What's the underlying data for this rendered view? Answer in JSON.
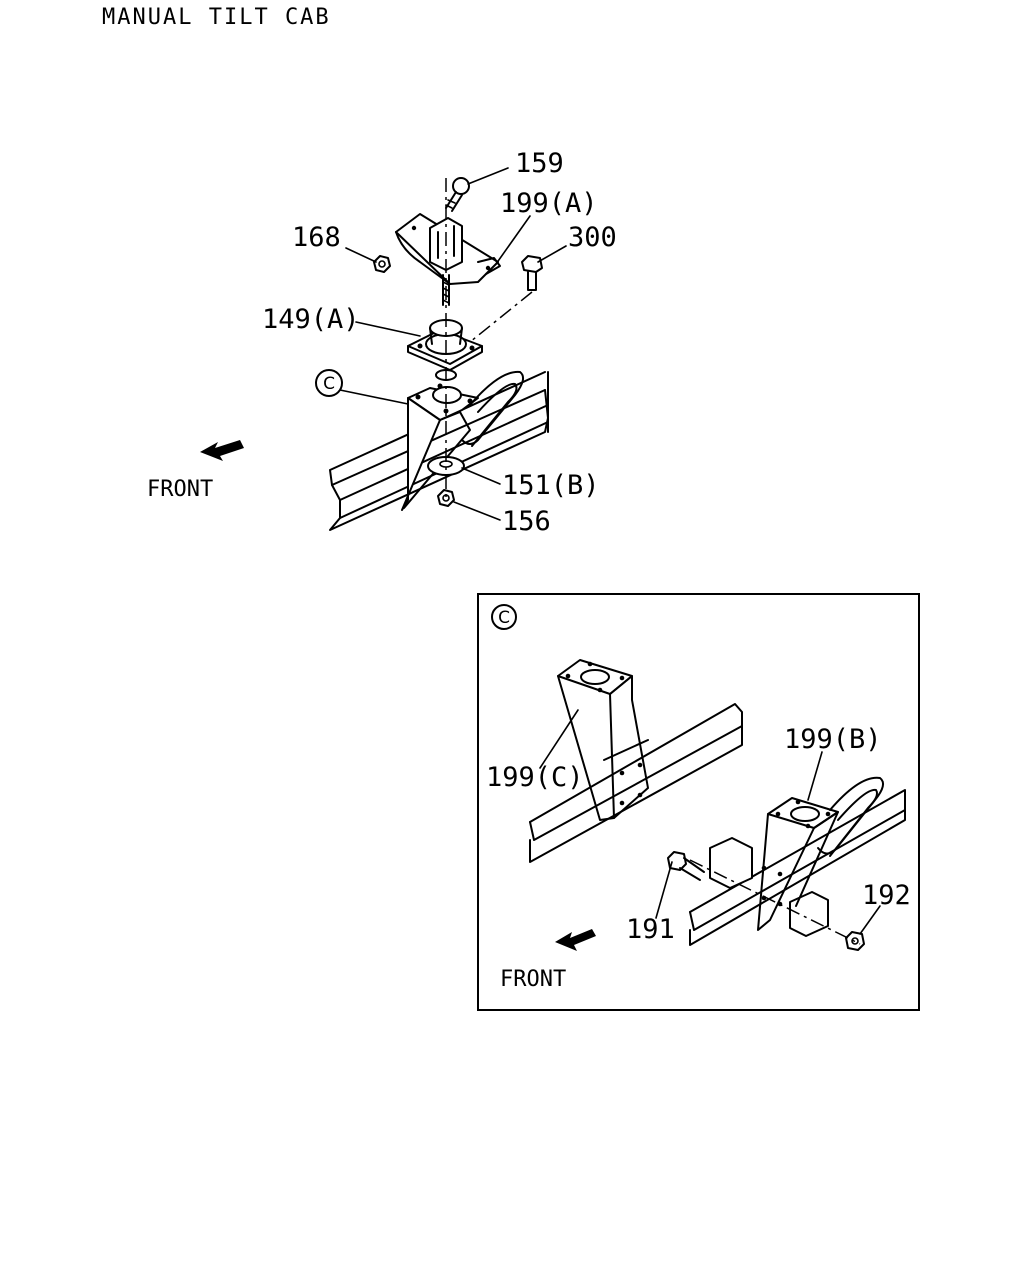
{
  "title": "MANUAL TILT CAB",
  "main_view": {
    "callouts": {
      "p159": "159",
      "p199a": "199(A)",
      "p168": "168",
      "p300": "300",
      "p149a": "149(A)",
      "detail_ref": "C",
      "p151b": "151(B)",
      "p156": "156"
    },
    "front_label": "FRONT"
  },
  "detail_view": {
    "ref": "C",
    "callouts": {
      "p199c": "199(C)",
      "p199b": "199(B)",
      "p191": "191",
      "p192": "192"
    },
    "front_label": "FRONT"
  }
}
